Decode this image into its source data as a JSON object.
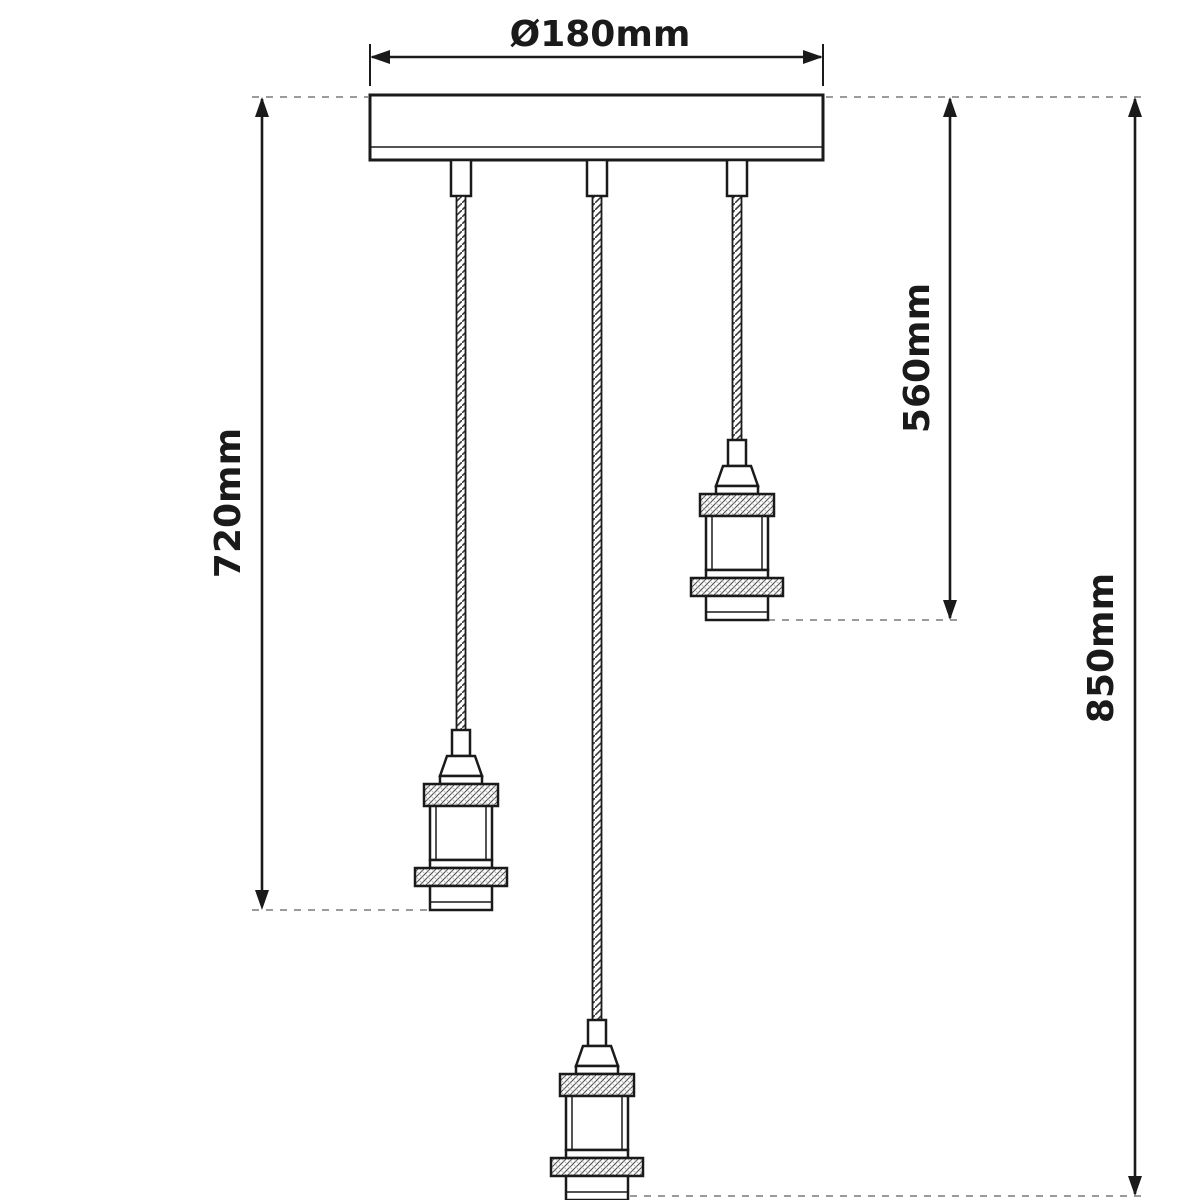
{
  "diagram": {
    "type": "pendant-lamp-dimension-drawing",
    "dimensions": {
      "canopy_diameter": "Ø180mm",
      "left_pendant_drop": "720mm",
      "short_pendant_drop": "560mm",
      "total_drop": "850mm"
    },
    "colors": {
      "line": "#1a1a1a",
      "dashed_extension": "#9b9b9b",
      "background": "#ffffff"
    }
  }
}
